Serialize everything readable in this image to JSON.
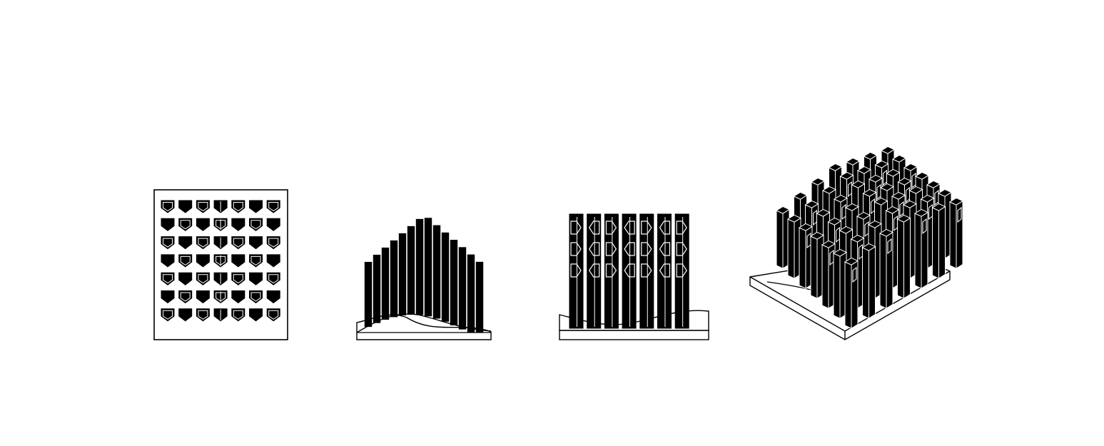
{
  "colors": {
    "ink": "#000000",
    "paper": "#ffffff"
  },
  "views": [
    {
      "kind": "plan",
      "description_name": "plan-view",
      "grid_rows": 7,
      "grid_cols": 7
    },
    {
      "kind": "section",
      "description_name": "section-view",
      "fins": 14
    },
    {
      "kind": "elevation",
      "description_name": "elevation-view",
      "pillars": 7
    },
    {
      "kind": "axonometric",
      "description_name": "axonometric-view",
      "rows": 7,
      "cols": 7
    }
  ]
}
